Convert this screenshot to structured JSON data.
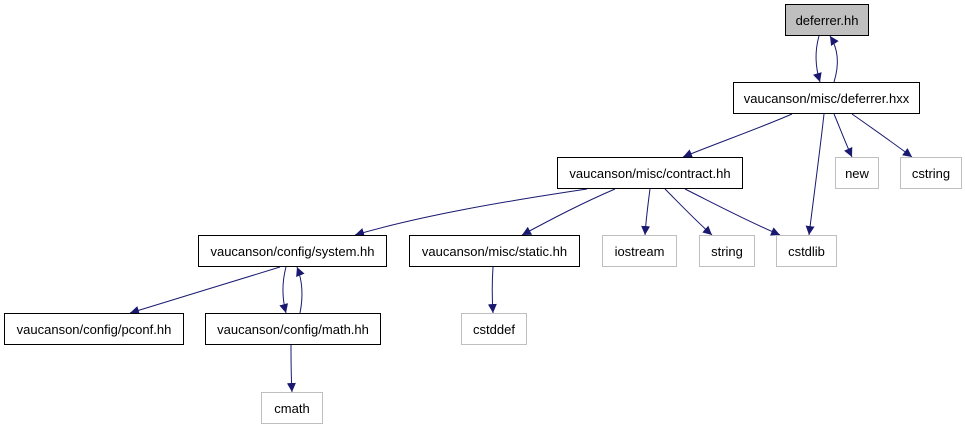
{
  "colors": {
    "edge": "#191970",
    "root_fill": "#bfbfbf",
    "local_border": "#000000",
    "system_border": "#bfbfbf"
  },
  "nodes": {
    "deferrer_hh": "deferrer.hh",
    "deferrer_hxx": "vaucanson/misc/deferrer.hxx",
    "contract_hh": "vaucanson/misc/contract.hh",
    "new": "new",
    "cstring": "cstring",
    "system_hh": "vaucanson/config/system.hh",
    "static_hh": "vaucanson/misc/static.hh",
    "iostream": "iostream",
    "string": "string",
    "cstdlib": "cstdlib",
    "pconf_hh": "vaucanson/config/pconf.hh",
    "math_hh": "vaucanson/config/math.hh",
    "cstddef": "cstddef",
    "cmath": "cmath"
  },
  "edges": [
    [
      "deferrer_hh",
      "deferrer_hxx"
    ],
    [
      "deferrer_hxx",
      "deferrer_hh"
    ],
    [
      "deferrer_hxx",
      "contract_hh"
    ],
    [
      "deferrer_hxx",
      "new"
    ],
    [
      "deferrer_hxx",
      "cstring"
    ],
    [
      "deferrer_hxx",
      "cstdlib"
    ],
    [
      "contract_hh",
      "system_hh"
    ],
    [
      "contract_hh",
      "static_hh"
    ],
    [
      "contract_hh",
      "iostream"
    ],
    [
      "contract_hh",
      "string"
    ],
    [
      "contract_hh",
      "cstdlib"
    ],
    [
      "system_hh",
      "pconf_hh"
    ],
    [
      "system_hh",
      "math_hh"
    ],
    [
      "math_hh",
      "system_hh"
    ],
    [
      "static_hh",
      "cstddef"
    ],
    [
      "math_hh",
      "cmath"
    ]
  ]
}
